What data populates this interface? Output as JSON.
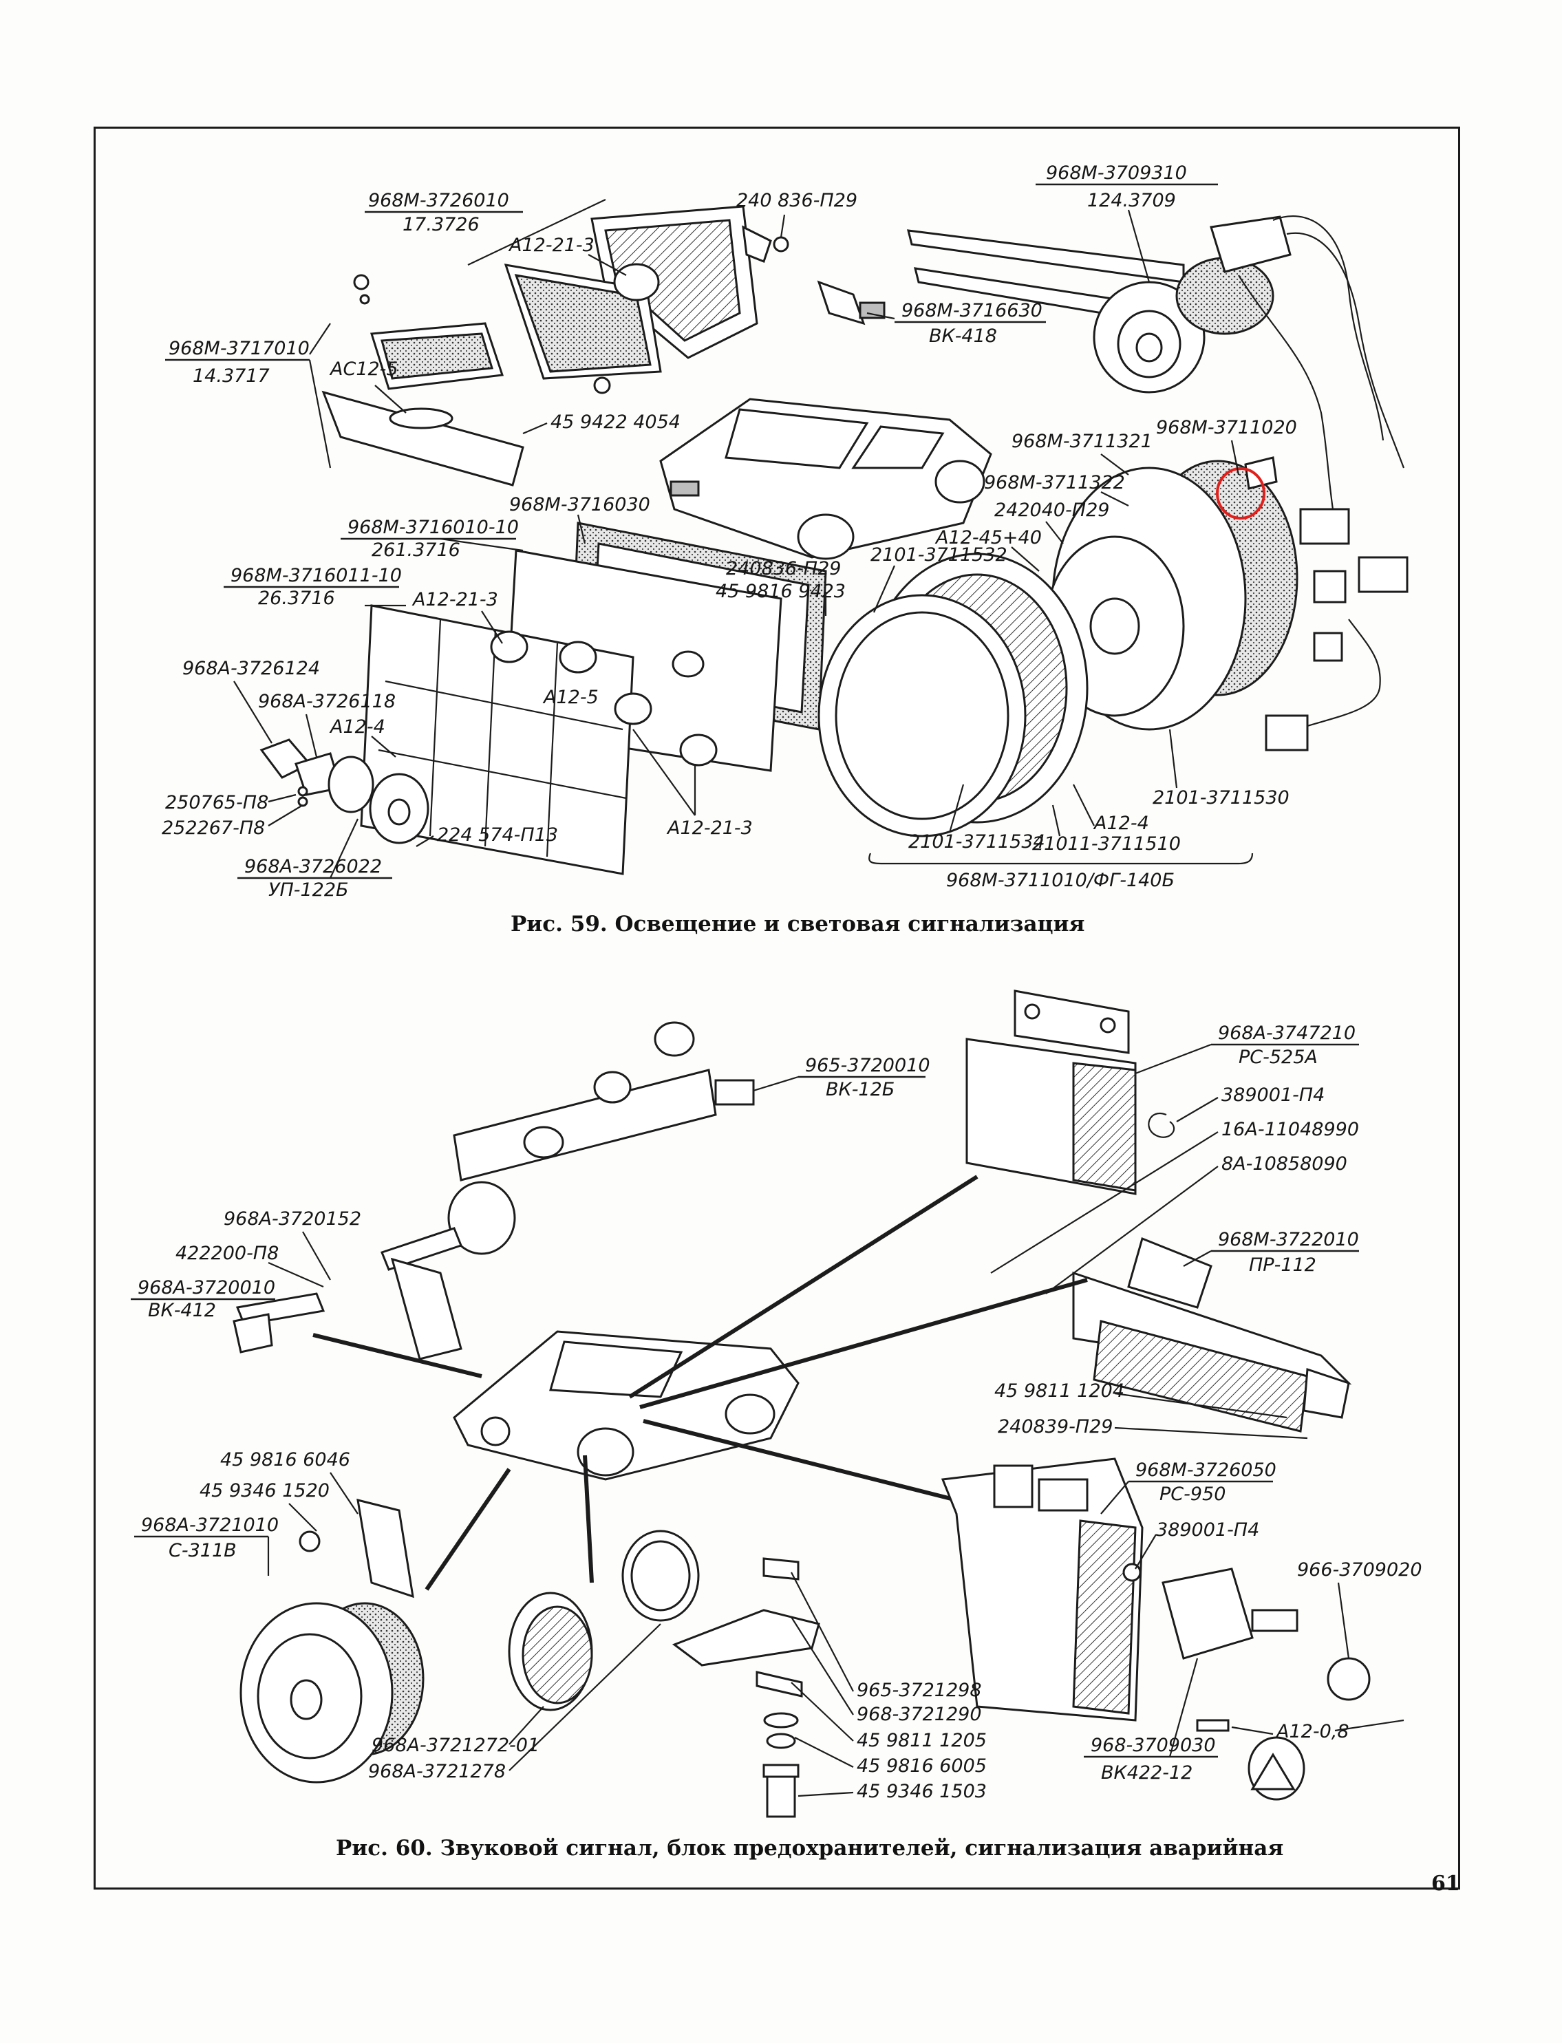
{
  "fig59": {
    "caption": "Рис. 59. Освещение и световая сигнализация",
    "labels": {
      "l01a": "968М-3726010",
      "l01b": "17.3726",
      "l02": "240 836-П29",
      "l03a": "968М-3709310",
      "l03b": "124.3709",
      "l04": "А12-21-3",
      "l05a": "968М-3716630",
      "l05b": "ВК-418",
      "l06a": "968М-3717010",
      "l06b": "14.3717",
      "l07": "АС12-5",
      "l08": "45 9422 4054",
      "l09": "968М-3711321",
      "l10": "968М-3711020",
      "l11": "968М-3711322",
      "l12": "968М-3716030",
      "l13": "242040-П29",
      "l14": "А12-45+40",
      "l15a": "968М-3716010-10",
      "l15b": "261.3716",
      "l16": "2101-3711532",
      "l17a": "968М-3716011-10",
      "l17b": "26.3716",
      "l18": "240836-П29",
      "l19": "45 9816 9423",
      "l20": "А12-21-3",
      "l21": "968А-3726124",
      "l22": "968А-3726118",
      "l23": "А12-4",
      "l24": "А12-5",
      "l25": "250765-П8",
      "l26": "252267-П8",
      "l27": "224 574-П13",
      "l28": "А12-21-3",
      "l29a": "968А-3726022",
      "l29b": "УП-122Б",
      "l30": "2101-3711534",
      "l31": "А12-4",
      "l32": "21011-3711510",
      "l33": "2101-3711530",
      "l34": "968М-3711010/ФГ-140Б"
    }
  },
  "fig60": {
    "caption": "Рис. 60. Звуковой сигнал, блок предохранителей, сигнализация аварийная",
    "labels": {
      "m01a": "965-3720010",
      "m01b": "ВК-12Б",
      "m02a": "968А-3747210",
      "m02b": "РС-525А",
      "m03": "389001-П4",
      "m04": "16А-11048990",
      "m05": "8А-10858090",
      "m06": "968А-3720152",
      "m07": "422200-П8",
      "m08a": "968А-3720010",
      "m08b": "ВК-412",
      "m09a": "968М-3722010",
      "m09b": "ПР-112",
      "m10": "45 9811 1204",
      "m11": "240839-П29",
      "m12": "45 9816 6046",
      "m13": "45 9346 1520",
      "m14a": "968А-3721010",
      "m14b": "С-311В",
      "m15a": "968М-3726050",
      "m15b": "РС-950",
      "m16": "389001-П4",
      "m17": "966-3709020",
      "m18": "965-3721298",
      "m19": "968-3721290",
      "m20": "45 9811 1205",
      "m21": "45 9816 6005",
      "m22": "45 9346 1503",
      "m23": "968А-3721272-01",
      "m24": "968А-3721278",
      "m25": "А12-0,8",
      "m26a": "968-3709030",
      "m26b": "ВК422-12"
    }
  },
  "page_number": "61"
}
